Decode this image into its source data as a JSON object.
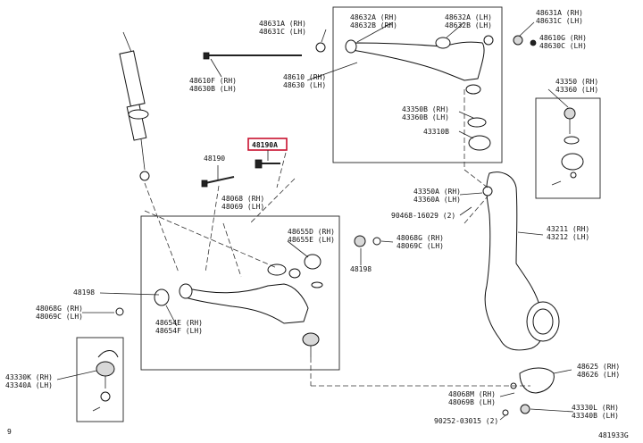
{
  "labels": {
    "upper_nut_rh": "48631A (RH)",
    "upper_nut_lh": "48631C (LH)",
    "bushing_upper_a_rh": "48632A (RH)",
    "bushing_upper_b_rh": "48632B (RH)",
    "bushing_upper_a_lh": "48632A (LH)",
    "bushing_upper_b_lh": "48632B (LH)",
    "right_nut_rh": "48631A (RH)",
    "right_nut_lh": "48631C (LH)",
    "washer_rh": "48610G (RH)",
    "washer_lh": "48630C (LH)",
    "bolt_rh": "48610F (RH)",
    "bolt_lh": "48630B (LH)",
    "arm_upper_rh": "48610 (RH)",
    "arm_upper_lh": "48630 (LH)",
    "boot_rh": "43350B (RH)",
    "boot_lh": "43360B (LH)",
    "ring": "43310B",
    "ball_joint_upper_rh": "43350 (RH)",
    "ball_joint_upper_lh": "43360 (LH)",
    "highlighted_part": "48190A",
    "cam_bolt": "48190",
    "arm_lower_rh": "48068 (RH)",
    "arm_lower_lh": "48069 (LH)",
    "boot_side_rh": "43350A (RH)",
    "boot_side_lh": "43360A (LH)",
    "cotter_pin": "90468-16029 (2)",
    "bush_d_rh": "48655D (RH)",
    "bush_e_lh": "48655E (LH)",
    "plate_rh": "48068G (RH)",
    "plate_lh": "48069C (LH)",
    "knuckle_rh": "43211 (RH)",
    "knuckle_lh": "43212 (LH)",
    "cam_bolt_right": "48198",
    "cam_bolt_left": "48198",
    "plate_left_rh": "48068G (RH)",
    "plate_left_lh": "48069C (LH)",
    "bush_lower_rh": "48654E (RH)",
    "bush_lower_lh": "48654F (LH)",
    "ball_joint_lower_rh": "43330K (RH)",
    "ball_joint_lower_lh": "43340A (LH)",
    "stopper_rh": "48625 (RH)",
    "stopper_lh": "48626 (LH)",
    "bolt_lower_rh": "48068M (RH)",
    "bolt_lower_lh": "48069B (LH)",
    "ball_nut_rh": "43330L (RH)",
    "ball_nut_lh": "43340B (LH)",
    "nut_lower": "90252-03015 (2)",
    "diagram_id": "481933G",
    "page_marker": "9"
  },
  "colors": {
    "highlight": "#c8102e",
    "ink": "#111111"
  }
}
